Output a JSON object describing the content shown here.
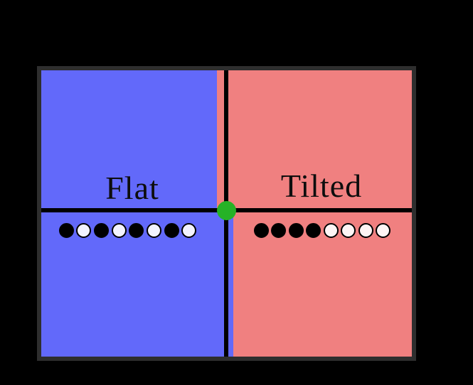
{
  "figure": {
    "background_color": "#000000",
    "frame_color": "#2e2e2e",
    "boundary_line_color": "#000000",
    "regions": {
      "flat": {
        "label": "Flat",
        "color": "#6269fa"
      },
      "tilted": {
        "label": "Tilted",
        "color": "#f08080"
      }
    },
    "critical_point": {
      "color": "#26b226"
    },
    "dot_rows": {
      "flat": {
        "pattern": [
          "black",
          "white",
          "black",
          "white",
          "black",
          "white",
          "black",
          "white"
        ],
        "black_fill": "#000000",
        "white_fill": "rgba(255,255,255,0.92)"
      },
      "tilted": {
        "pattern": [
          "black",
          "black",
          "black",
          "black",
          "white",
          "white",
          "white",
          "white"
        ],
        "black_fill": "#000000",
        "white_fill": "rgba(255,255,255,0.92)"
      }
    }
  }
}
